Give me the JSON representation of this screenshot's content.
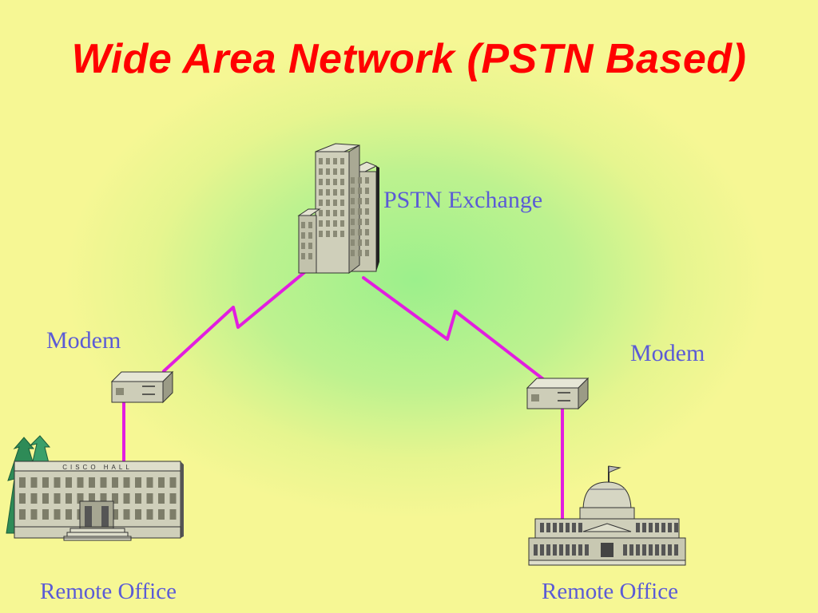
{
  "title": "Wide Area Network (PSTN Based)",
  "nodes": {
    "exchange": {
      "label": "PSTN Exchange"
    },
    "modem_left": {
      "label": "Modem"
    },
    "modem_right": {
      "label": "Modem"
    },
    "office_left": {
      "label": "Remote Office",
      "sign": "CISCO HALL"
    },
    "office_right": {
      "label": "Remote Office"
    }
  },
  "colors": {
    "title": "#ff0000",
    "label": "#5b5bd6",
    "link": "#e21ee0",
    "building": "#c8c8b2"
  }
}
